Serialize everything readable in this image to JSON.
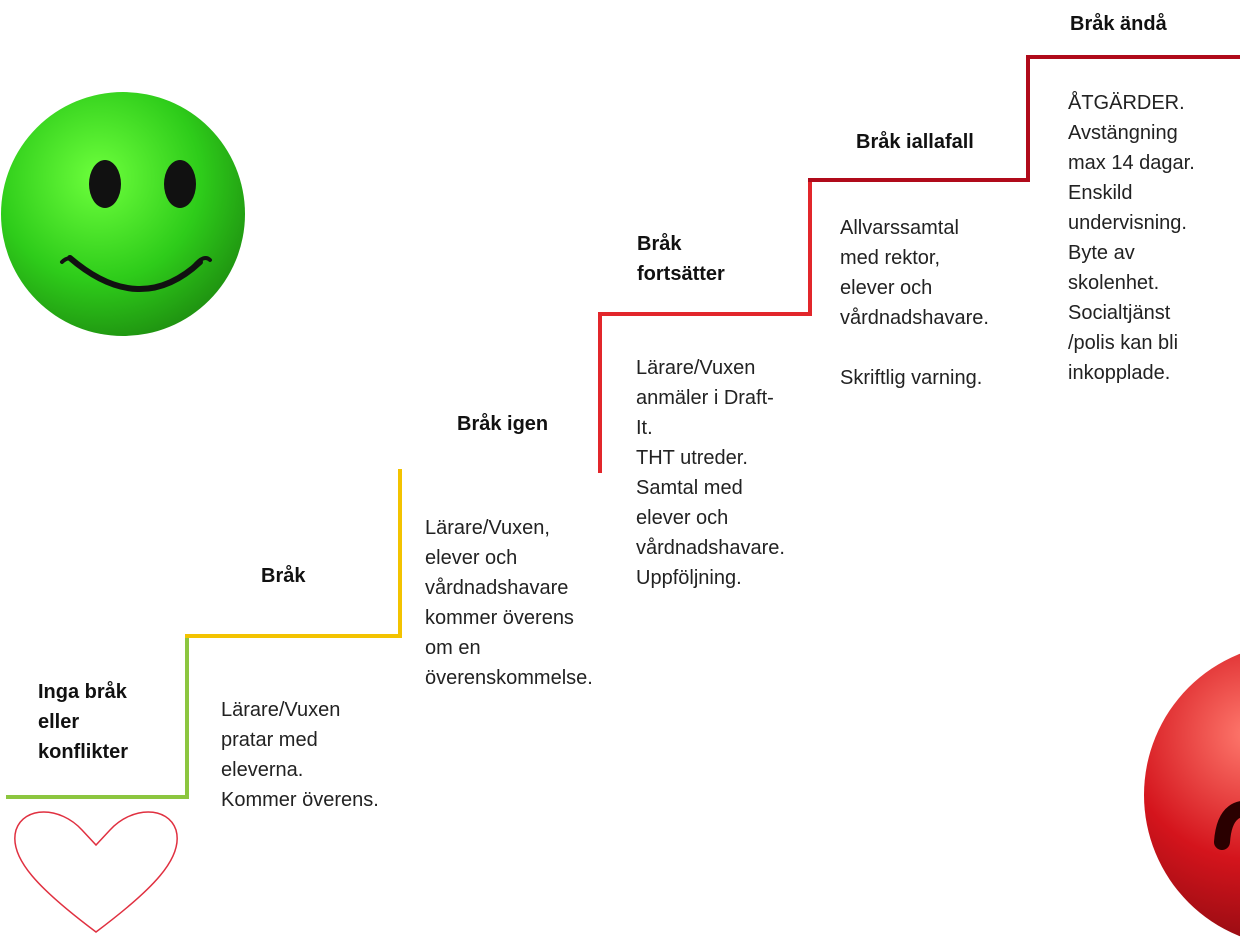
{
  "colors": {
    "step_green": "#8cc63f",
    "step_yellow": "#f3c300",
    "step_red": "#e2262b",
    "step_dark_red": "#b00a1a",
    "smiley_green": "#2ecc1a",
    "sad_red": "#d4141c",
    "heart_outline": "#e03040"
  },
  "icons": {
    "happy": "happy-smiley-icon",
    "sad": "sad-face-icon",
    "heart": "heart-outline-icon"
  },
  "steps": [
    {
      "heading": "Inga bråk\neller\nkonflikter",
      "body": ""
    },
    {
      "heading": "Bråk",
      "body": "Lärare/Vuxen\npratar med\neleverna.\nKommer överens."
    },
    {
      "heading": "Bråk igen",
      "body": "Lärare/Vuxen,\nelever och\nvårdnadshavare\nkommer överens\nom en\növerenskommelse."
    },
    {
      "heading": "Bråk\nfortsätter",
      "body": "Lärare/Vuxen\nanmäler i Draft-\nIt.\nTHT utreder.\nSamtal med\nelever och\nvårdnadshavare.\nUppföljning."
    },
    {
      "heading": "Bråk iallafall",
      "body": "Allvarssamtal\nmed rektor,\nelever och\nvårdnadshavare.\n\nSkriftlig varning."
    },
    {
      "heading": "Bråk ändå",
      "body": "ÅTGÄRDER.\nAvstängning\nmax 14 dagar.\nEnskild\nundervisning.\nByte av\nskolenhet.\nSocialtjänst\n/polis kan bli\ninkopplade."
    }
  ]
}
